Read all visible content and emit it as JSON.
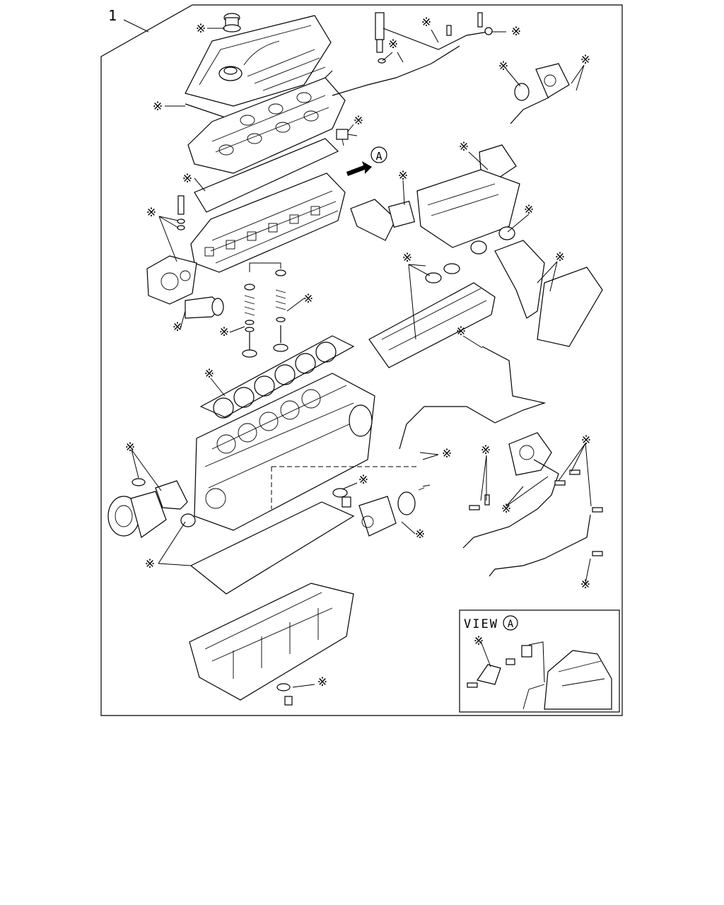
{
  "diagram": {
    "item_number": "1",
    "marker_symbol": "※",
    "view_callout_letter": "A",
    "detail_view": {
      "title": "VIEW",
      "letter": "A"
    }
  }
}
